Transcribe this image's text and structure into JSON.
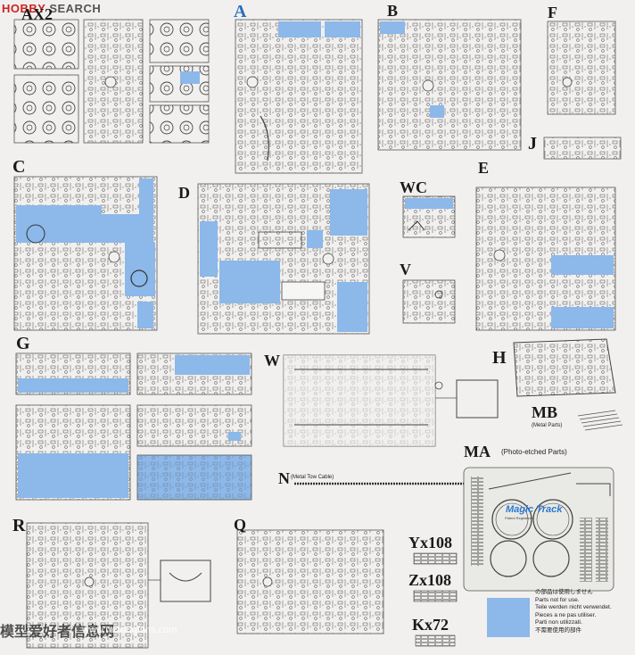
{
  "watermark": {
    "logo_prefix": "HOBBY",
    "logo_suffix": " SEARCH",
    "bottom_text": "模型爱好者信息网",
    "url": "www.moxingfans.com"
  },
  "sprues": {
    "A": "A",
    "B": "B",
    "C": "C",
    "D": "D",
    "E": "E",
    "F": "F",
    "G": "G",
    "H": "H",
    "J": "J",
    "N": "N",
    "Q": "Q",
    "R": "R",
    "V": "V",
    "W": "W",
    "WC": "WC",
    "MA": "MA",
    "MB": "MB",
    "AX2": "AX2"
  },
  "captions": {
    "mb": "(Metal Parts)",
    "n": "(Metal Tow Cable)",
    "ma": "(Photo-etched Parts)"
  },
  "tracks": {
    "brand": "Magic Track",
    "subtitle": "Patent Registered",
    "yx": "Yx108",
    "zx": "Zx108",
    "kx": "Kx72"
  },
  "notice": {
    "line1": "の部品は使用しません",
    "line2": "Parts not for use.",
    "line3": "Teile werden nicht verwendet.",
    "line4": "Pieces a ne pas utiliser.",
    "line5": "Parti non utilizzati.",
    "line6": "不需要使用的部件"
  },
  "colors": {
    "highlight": "#8cb8ea",
    "line": "#555555",
    "background": "#f1f0ee"
  }
}
